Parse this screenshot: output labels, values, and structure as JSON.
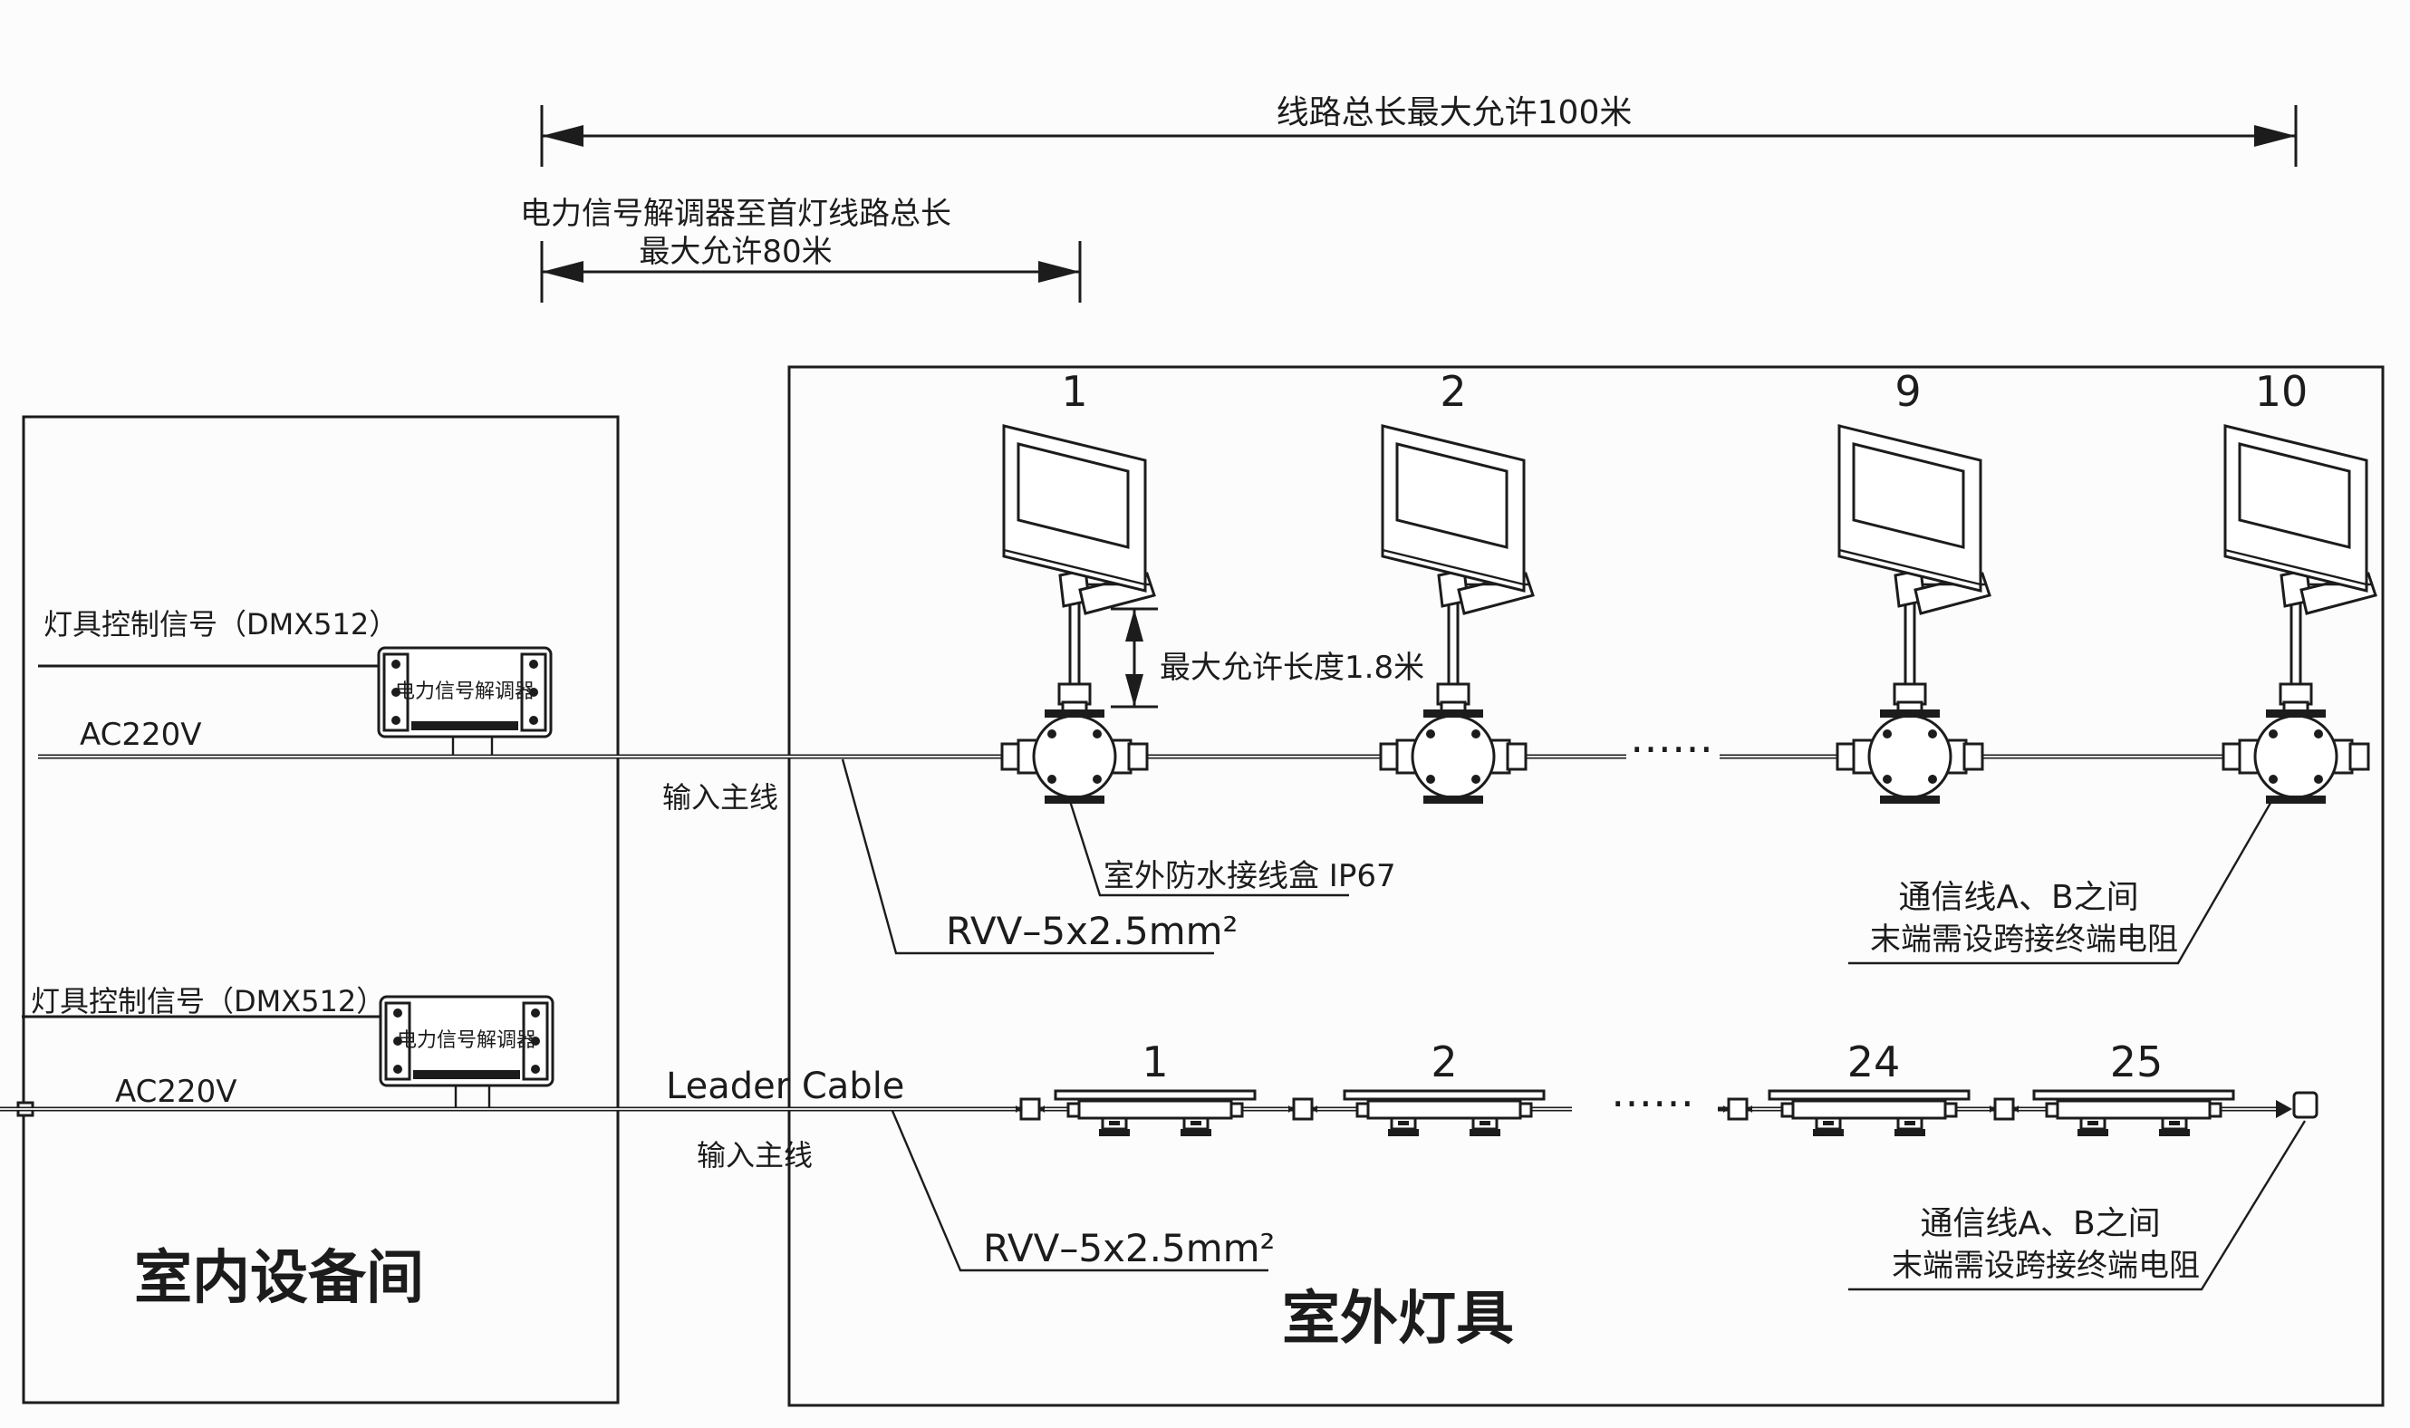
{
  "colors": {
    "ink": "#1c1c1c",
    "background": "#fcfcfc"
  },
  "dimensions": {
    "total_line": {
      "label": "线路总长最大允许100米"
    },
    "to_first_light": {
      "label_line1": "电力信号解调器至首灯线路总长",
      "label_line2": "最大允许80米"
    },
    "max_drop": {
      "label": "最大允许长度1.8米"
    }
  },
  "indoor": {
    "room_label": "室内设备间",
    "demodulator1": {
      "label": "电力信号解调器",
      "dmx_label": "灯具控制信号（DMX512）",
      "power_label": "AC220V"
    },
    "demodulator2": {
      "label": "电力信号解调器",
      "dmx_label": "灯具控制信号（DMX512）",
      "power_label": "AC220V"
    }
  },
  "outdoor": {
    "area_label": "室外灯具",
    "top_row": {
      "main_line_label": "输入主线",
      "cable_label": "RVV–5x2.5mm²",
      "junction_label": "室外防水接线盒 IP67",
      "unit_numbers": [
        "1",
        "2",
        "9",
        "10"
      ],
      "ellipsis": "……",
      "note_line1": "通信线A、B之间",
      "note_line2": "末端需设跨接终端电阻"
    },
    "bottom_row": {
      "leader_cable_label": "Leader Cable",
      "main_line_label": "输入主线",
      "cable_label": "RVV–5x2.5mm²",
      "unit_numbers": [
        "1",
        "2",
        "24",
        "25"
      ],
      "ellipsis": "……",
      "note_line1": "通信线A、B之间",
      "note_line2": "末端需设跨接终端电阻"
    }
  }
}
